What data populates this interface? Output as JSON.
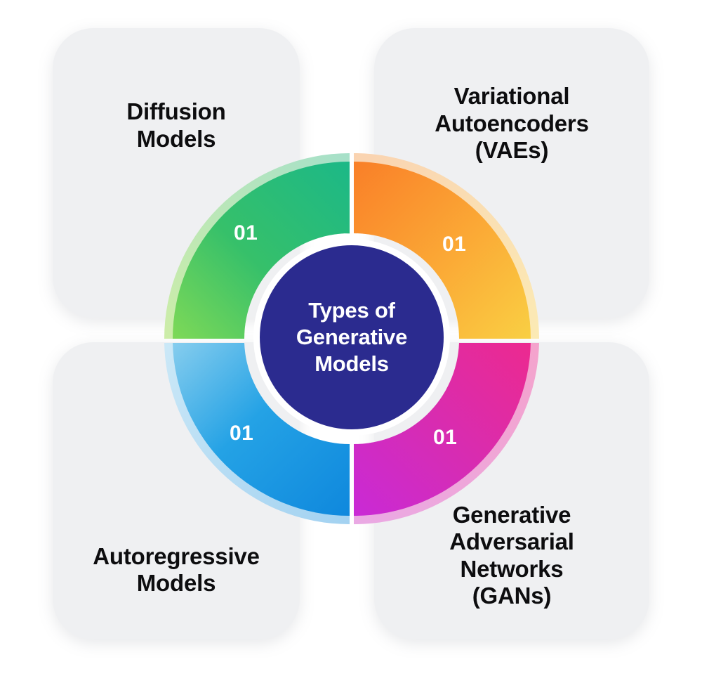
{
  "diagram": {
    "title": "Types of Generative Models",
    "center": {
      "label": "Types of\nGenerative\nModels",
      "fill_color": "#2b2b8f",
      "ring_color": "#ffffff",
      "text_color": "#ffffff"
    },
    "background_color": "#ffffff",
    "card_color": "#eff0f2",
    "card_text_color": "#0d0d0f",
    "quadrants": [
      {
        "id": "diffusion-models",
        "position": "top-left",
        "number": "01",
        "label": "Diffusion\nModels",
        "color_start": "#18b87f",
        "color_end": "#7ed957",
        "halo_color": "#b9e6b6",
        "number_color": "#ffffff"
      },
      {
        "id": "variational-autoencoders",
        "position": "top-right",
        "number": "01",
        "label": "Variational\nAutoencoders\n(VAEs)",
        "color_start": "#f97f28",
        "color_end": "#f9c93c",
        "halo_color": "#f8ddb0",
        "number_color": "#ffffff"
      },
      {
        "id": "autoregressive-models",
        "position": "bottom-left",
        "number": "01",
        "label": "Autoregressive\nModels",
        "color_start": "#7ec8ec",
        "color_end": "#0f88dd",
        "halo_color": "#a9d6ef",
        "number_color": "#ffffff"
      },
      {
        "id": "generative-adversarial-networks",
        "position": "bottom-right",
        "number": "01",
        "label": "Generative\nAdversarial\nNetworks\n(GANs)",
        "color_start": "#ec2a8f",
        "color_end": "#c92ad6",
        "halo_color": "#edaed2",
        "number_color": "#ffffff"
      }
    ]
  },
  "chart_data": {
    "type": "pie",
    "title": "Types of Generative Models",
    "categories": [
      "Diffusion Models",
      "Variational Autoencoders (VAEs)",
      "Autoregressive Models",
      "Generative Adversarial Networks (GANs)"
    ],
    "values": [
      25,
      25,
      25,
      25
    ],
    "labels": [
      "01",
      "01",
      "01",
      "01"
    ],
    "colors": [
      "#18b87f",
      "#f97f28",
      "#0f88dd",
      "#ec2a8f"
    ],
    "legend": "none",
    "grid": false
  }
}
